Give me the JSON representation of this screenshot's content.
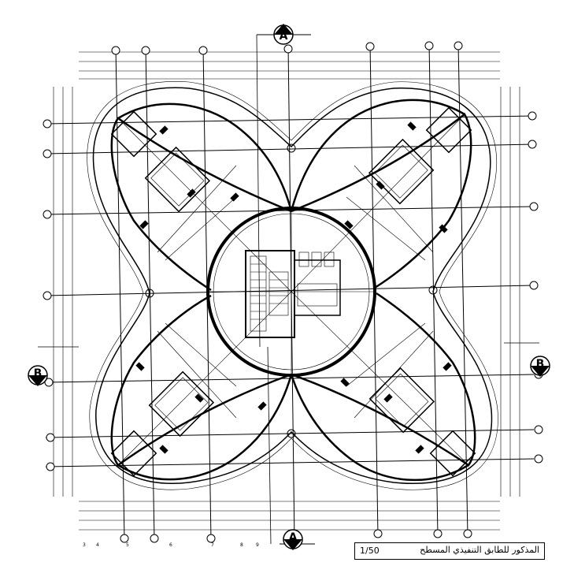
{
  "title_block": {
    "title": "المذكور للطابق التنفيذي المسطح",
    "scale": "1/50"
  },
  "section_markers": {
    "top": "A",
    "bottom": "A",
    "left": "B",
    "right": "B"
  },
  "bottom_numbers": [
    "3",
    "4",
    "5",
    "6",
    "7",
    "8",
    "9"
  ]
}
